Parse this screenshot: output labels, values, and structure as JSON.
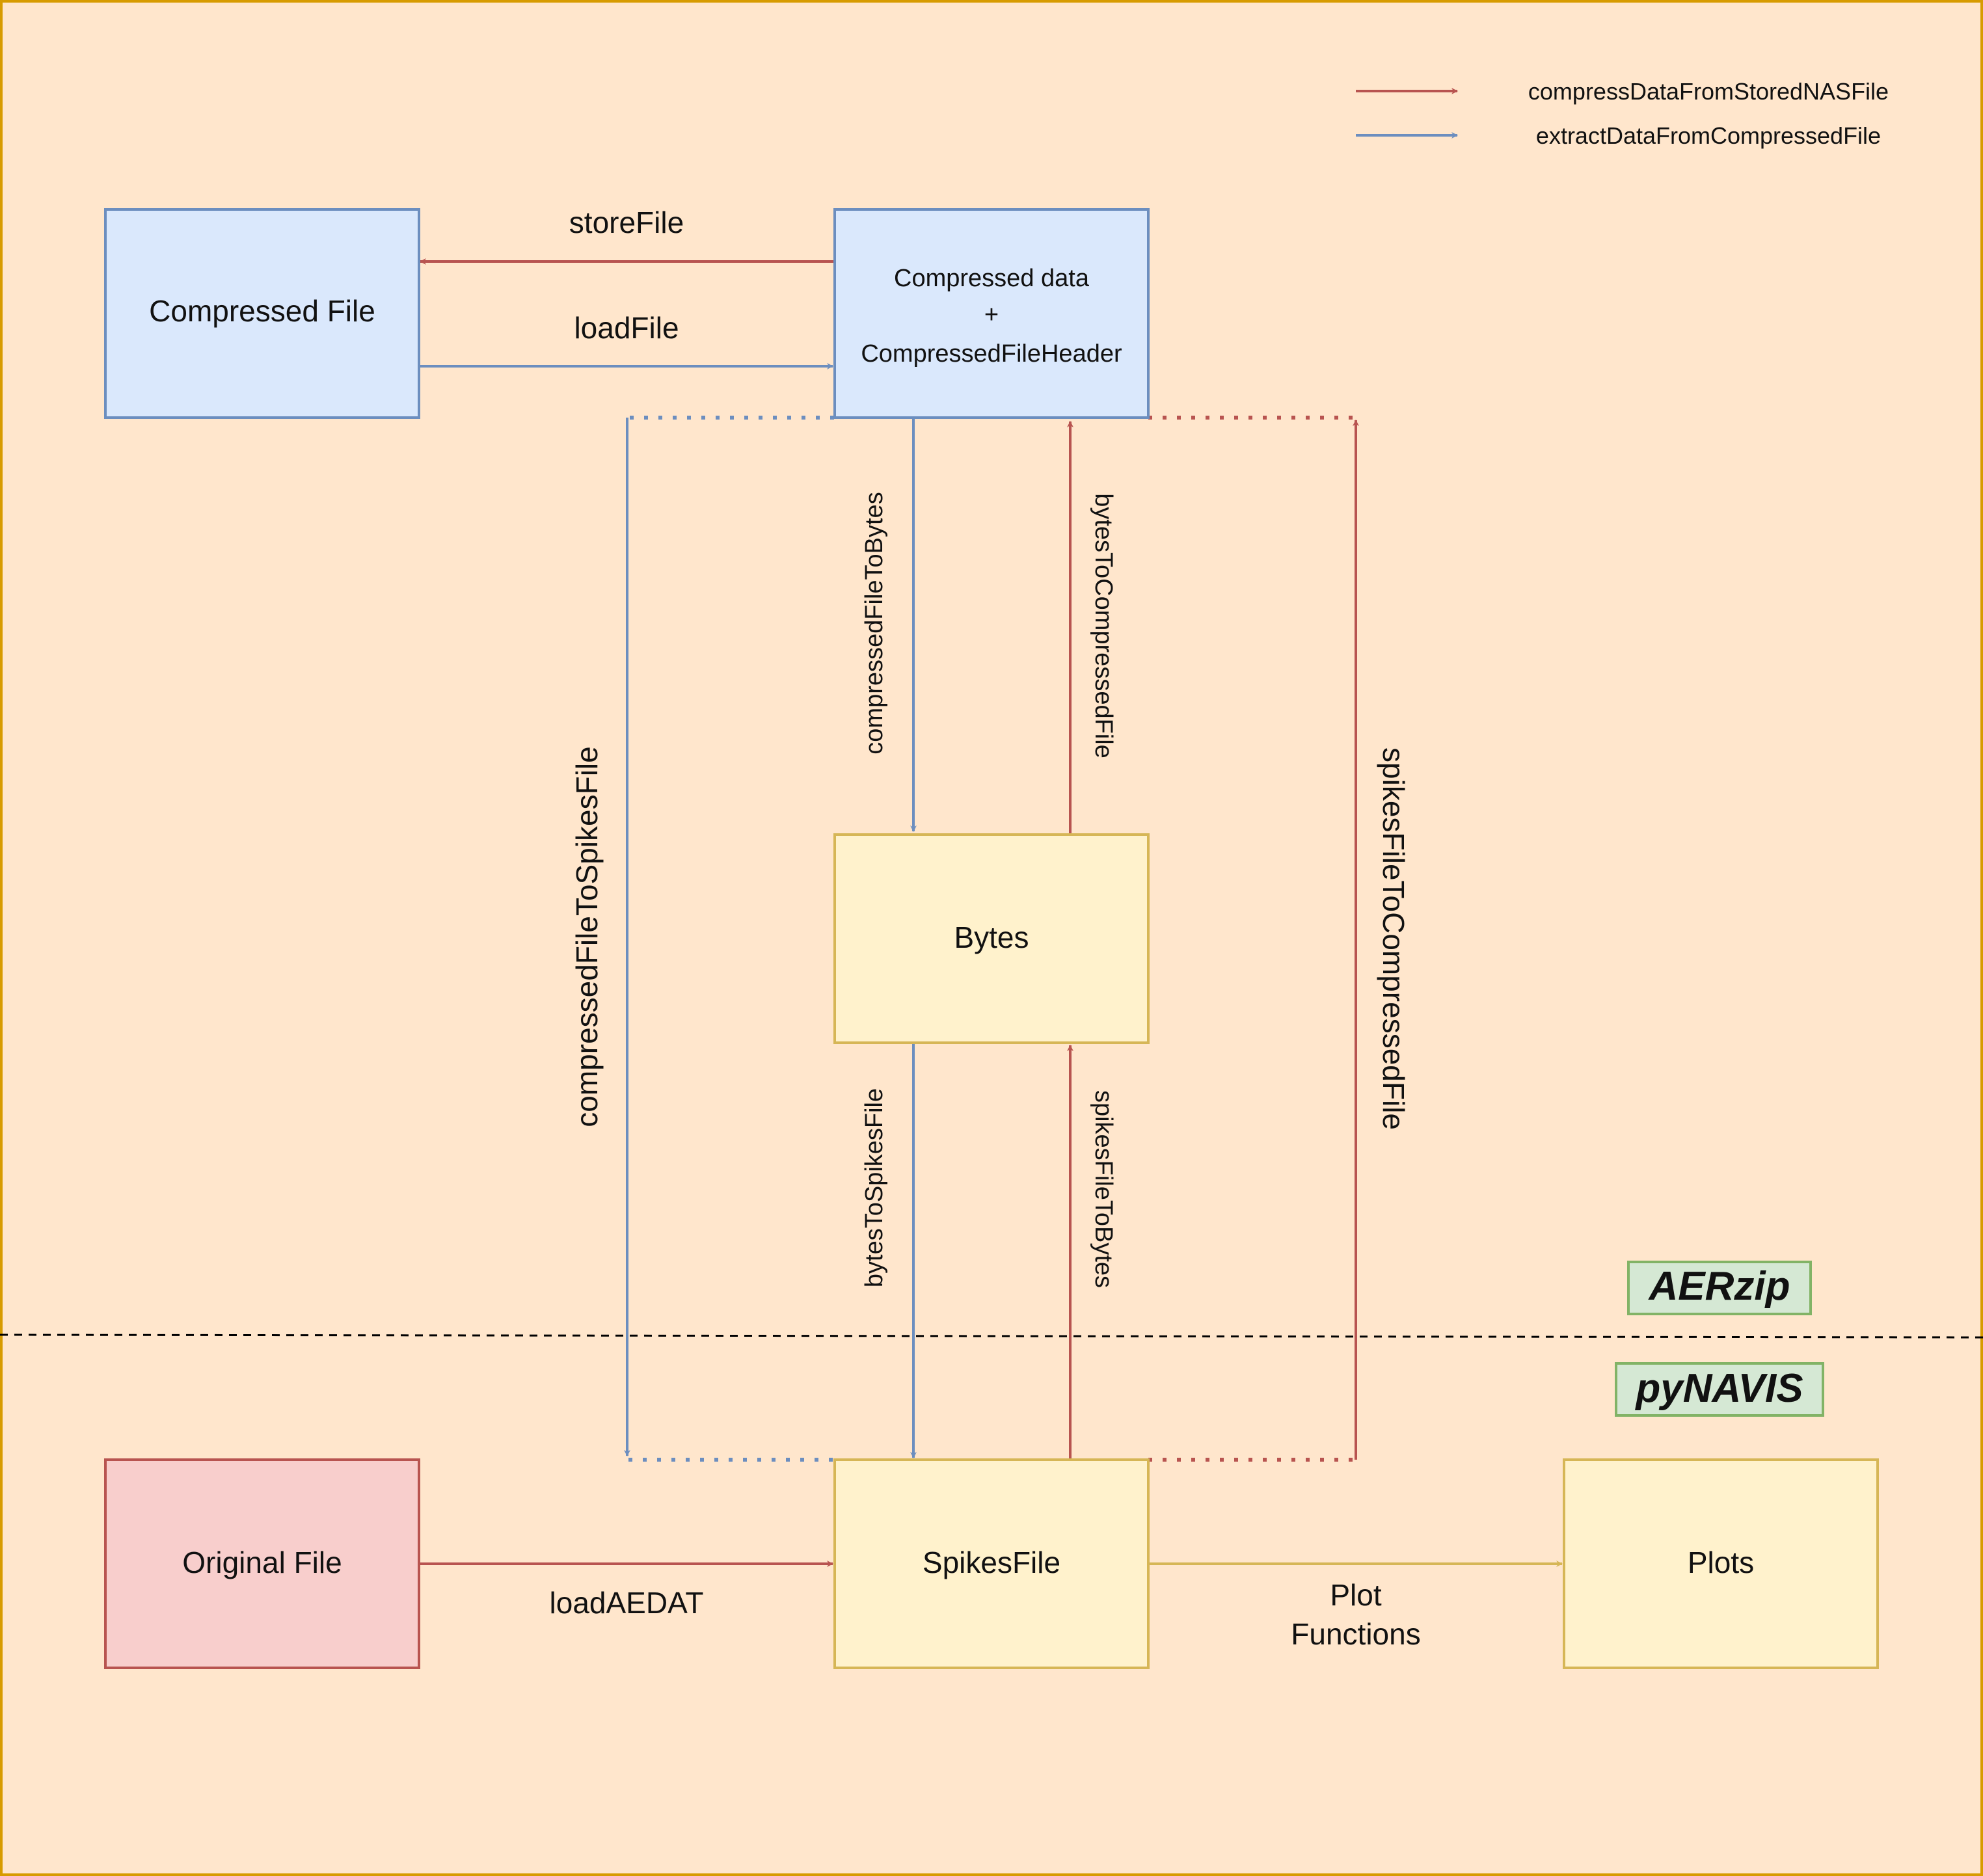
{
  "colors": {
    "background": "#ffe6cc",
    "frame": "#d79b00",
    "compress_arrow": "#b85450",
    "extract_arrow": "#6c8ebf",
    "plot_arrow": "#d6b656",
    "blue_box_fill": "#dae8fc",
    "blue_box_stroke": "#6c8ebf",
    "yellow_box_fill": "#fff2cc",
    "yellow_box_stroke": "#d6b656",
    "red_box_fill": "#f8cecc",
    "red_box_stroke": "#b85450",
    "tag_fill": "#d5e8d4",
    "tag_stroke": "#82b366"
  },
  "legend": {
    "compress": "compressDataFromStoredNASFile",
    "extract": "extractDataFromCompressedFile"
  },
  "boxes": {
    "compressed_file": "Compressed File",
    "compressed_data_line1": "Compressed data",
    "compressed_data_line2": "+",
    "compressed_data_line3": "CompressedFileHeader",
    "bytes": "Bytes",
    "original_file": "Original File",
    "spikes_file": "SpikesFile",
    "plots": "Plots"
  },
  "edges": {
    "store_file": "storeFile",
    "load_file": "loadFile",
    "compressed_file_to_bytes": "compressedFileToBytes",
    "bytes_to_compressed_file": "bytesToCompressedFile",
    "compressed_file_to_spikes_file": "compressedFileToSpikesFile",
    "spikes_file_to_compressed_file": "spikesFileToCompressedFile",
    "bytes_to_spikes_file": "bytesToSpikesFile",
    "spikes_file_to_bytes": "spikesFileToBytes",
    "load_aedat": "loadAEDAT",
    "plot_functions_line1": "Plot",
    "plot_functions_line2": "Functions"
  },
  "layers": {
    "upper": "AERzip",
    "lower": "pyNAVIS"
  }
}
